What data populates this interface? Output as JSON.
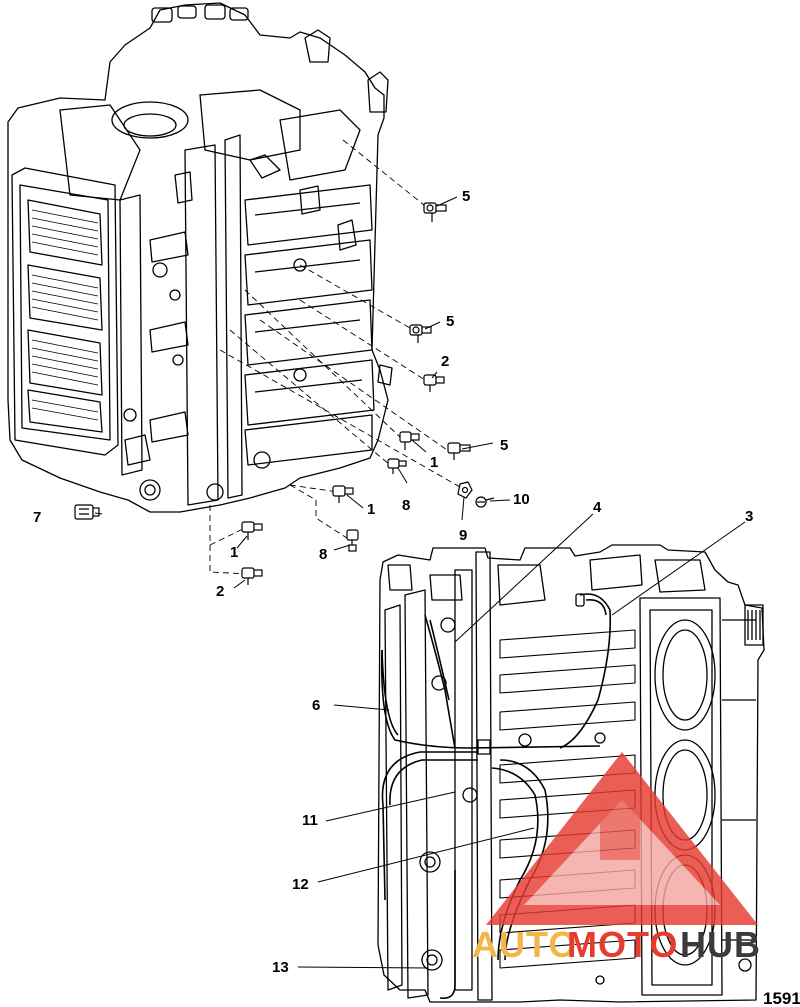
{
  "callouts": {
    "c5a": "5",
    "c5b": "5",
    "c5c": "5",
    "c2a": "2",
    "c2b": "2",
    "c1a": "1",
    "c1b": "1",
    "c1c": "1",
    "c8a": "8",
    "c8b": "8",
    "c9": "9",
    "c10": "10",
    "c7": "7",
    "c4": "4",
    "c3": "3",
    "c6": "6",
    "c11": "11",
    "c12": "12",
    "c13": "13"
  },
  "figure_id": "1591",
  "watermark": {
    "part1": "AUTO",
    "part2": "MOTO",
    "part3": "HUB",
    "color_red": "#e63b30",
    "color_orange": "#f2b64a",
    "color_dark": "#3a3a3a"
  }
}
